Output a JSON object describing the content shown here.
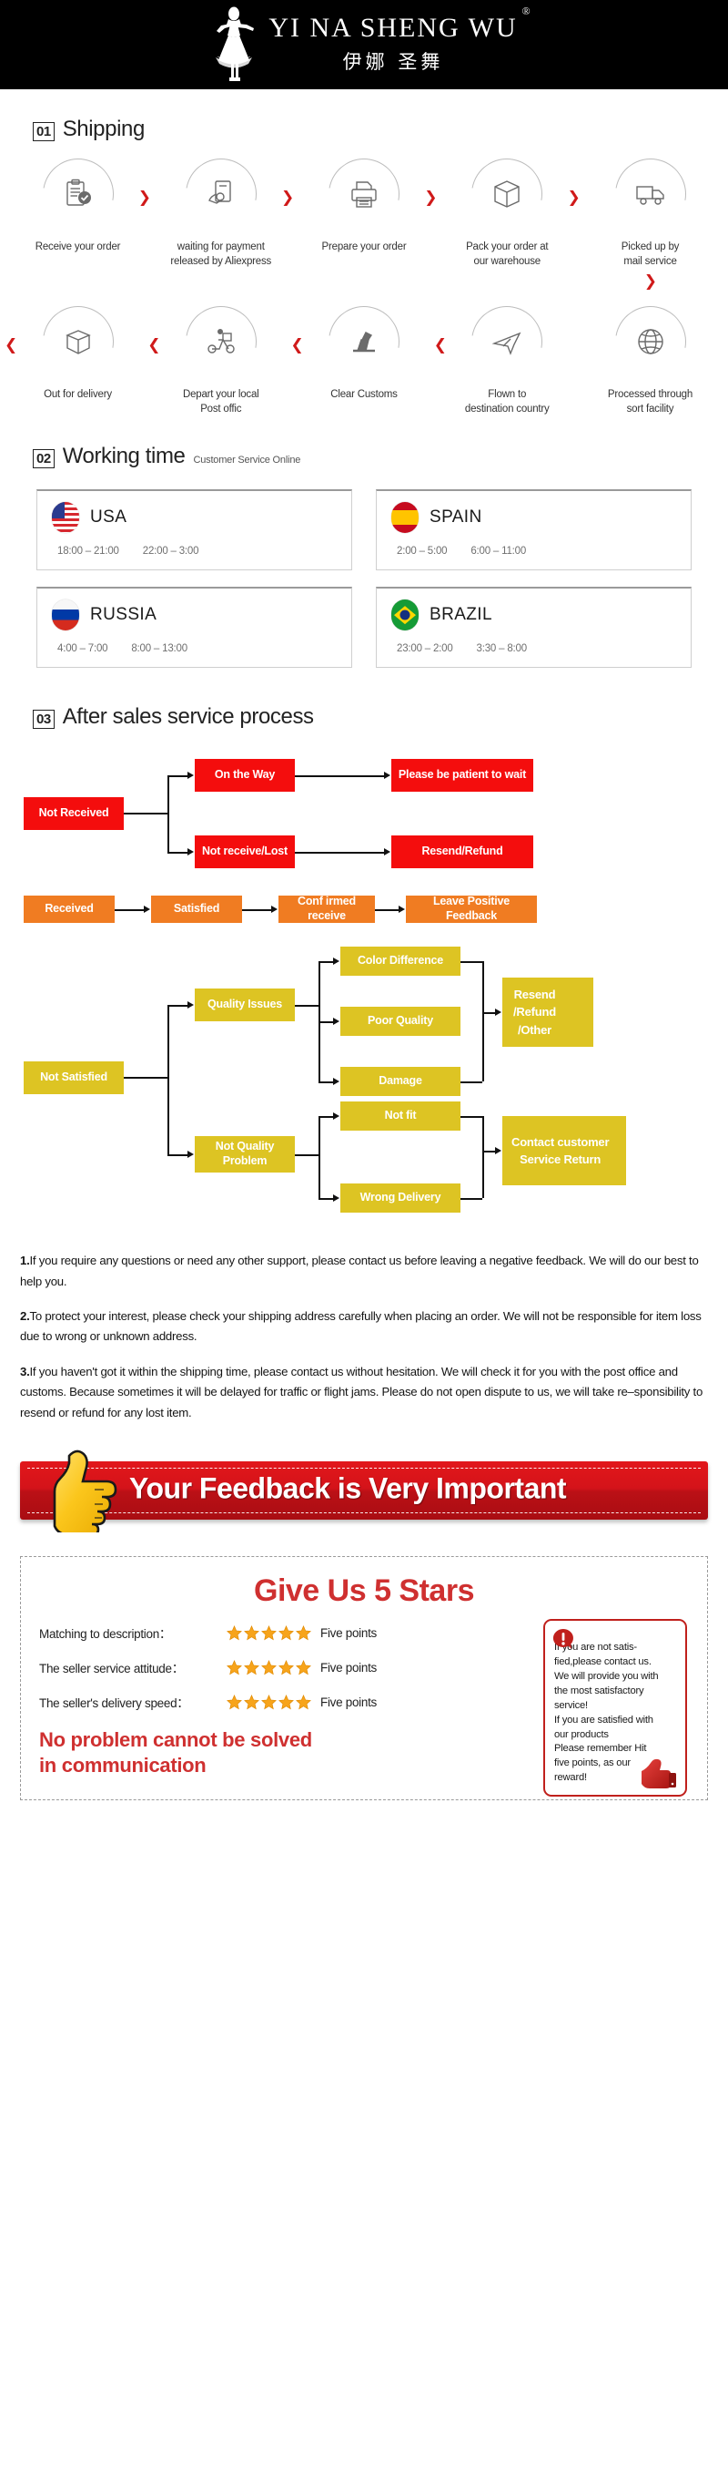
{
  "brand": {
    "name_en": "YI NA SHENG WU",
    "registered_mark": "®",
    "name_cn": "伊娜 圣舞",
    "logo_icon": "dancer-silhouette-icon"
  },
  "sections": {
    "shipping": {
      "number": "01",
      "title": "Shipping",
      "row1": [
        {
          "icon": "clipboard-check-icon",
          "label": "Receive your order"
        },
        {
          "icon": "payment-card-icon",
          "label": "waiting for payment\nreleased by Aliexpress"
        },
        {
          "icon": "printer-icon",
          "label": "Prepare your order"
        },
        {
          "icon": "box-package-icon",
          "label": "Pack your order at\nour warehouse"
        },
        {
          "icon": "delivery-truck-icon",
          "label": "Picked up by\nmail service"
        }
      ],
      "row2": [
        {
          "icon": "open-box-icon",
          "label": "Out  for delivery"
        },
        {
          "icon": "scooter-courier-icon",
          "label": "Depart your local\nPost offic"
        },
        {
          "icon": "customs-stamp-icon",
          "label": "Clear Customs"
        },
        {
          "icon": "airplane-icon",
          "label": "Flown to\ndestination country"
        },
        {
          "icon": "globe-icon",
          "label": "Processed through\nsort facility"
        }
      ],
      "arrow_right": "❯",
      "arrow_left": "❮",
      "arrow_down": "⌄"
    },
    "working_time": {
      "number": "02",
      "title": "Working time",
      "subtitle": "Customer Service Online",
      "cards": [
        {
          "country": "USA",
          "flag": "flag-usa-icon",
          "times": [
            "18:00 – 21:00",
            "22:00 – 3:00"
          ]
        },
        {
          "country": "SPAIN",
          "flag": "flag-spain-icon",
          "times": [
            "2:00 – 5:00",
            "6:00 – 11:00"
          ]
        },
        {
          "country": "RUSSIA",
          "flag": "flag-russia-icon",
          "times": [
            "4:00 – 7:00",
            "8:00 – 13:00"
          ]
        },
        {
          "country": "BRAZIL",
          "flag": "flag-brazil-icon",
          "times": [
            "23:00 – 2:00",
            "3:30 – 8:00"
          ]
        }
      ]
    },
    "after_sales": {
      "number": "03",
      "title": "After sales service process",
      "flow_red": {
        "root": "Not Received",
        "branch_a": "On the Way",
        "branch_a_result": "Please be patient to wait",
        "branch_b": "Not receive/Lost",
        "branch_b_result": "Resend/Refund"
      },
      "flow_orange": [
        "Received",
        "Satisfied",
        "Conf irmed receive",
        "Leave Positive Feedback"
      ],
      "flow_yellow": {
        "root": "Not Satisfied",
        "quality_issues": "Quality Issues",
        "quality_children": [
          "Color Difference",
          "Poor Quality",
          "Damage"
        ],
        "quality_result": "Resend\n/Refund\n/Other",
        "not_quality": "Not Quality\nProblem",
        "not_quality_children": [
          "Not fit",
          "Wrong Delivery"
        ],
        "not_quality_result": "Contact customer\nService Return"
      }
    }
  },
  "notes": [
    {
      "num": "1.",
      "text": "If you require any questions or need any other support, please contact us before leaving a negative feedback. We will do our best to help you."
    },
    {
      "num": "2.",
      "text": "To protect your interest, please check your shipping address carefully when placing an order. We will not be responsible for item loss due to wrong or unknown address."
    },
    {
      "num": "3.",
      "text": "If you haven't got it within the shipping time, please contact us without hesitation. We will check it for you with the post office and customs. Because sometimes it will be delayed for traffic or flight jams. Please do not open dispute to us, we will take re–sponsibility to resend or refund for any lost item."
    }
  ],
  "feedback_banner": {
    "text": "Your Feedback is Very Important",
    "icon": "thumbs-up-icon"
  },
  "stars_section": {
    "title": "Give Us 5 Stars",
    "ratings": [
      {
        "label": "Matching to description：",
        "stars": 5,
        "points": "Five points"
      },
      {
        "label": "The seller service attitude：",
        "stars": 5,
        "points": "Five points"
      },
      {
        "label": "The seller's delivery speed：",
        "stars": 5,
        "points": "Five points"
      }
    ],
    "slogan": "No problem cannot be solved\nin communication",
    "warning": {
      "icon": "exclamation-bubble-icon",
      "thumb_icon": "thumbs-up-red-icon",
      "text": "If you are not satis-\nfied,please contact us.\nWe will provide you with\nthe most satisfactory\nservice!\nIf you are satisfied with\nour products\nPlease remember Hit\nfive points, as our\nreward!"
    }
  },
  "colors": {
    "red": "#f40d0d",
    "orange": "#f07c22",
    "yellow": "#ddc423",
    "banner_red": "#d4131a",
    "title_red": "#cf3030"
  }
}
